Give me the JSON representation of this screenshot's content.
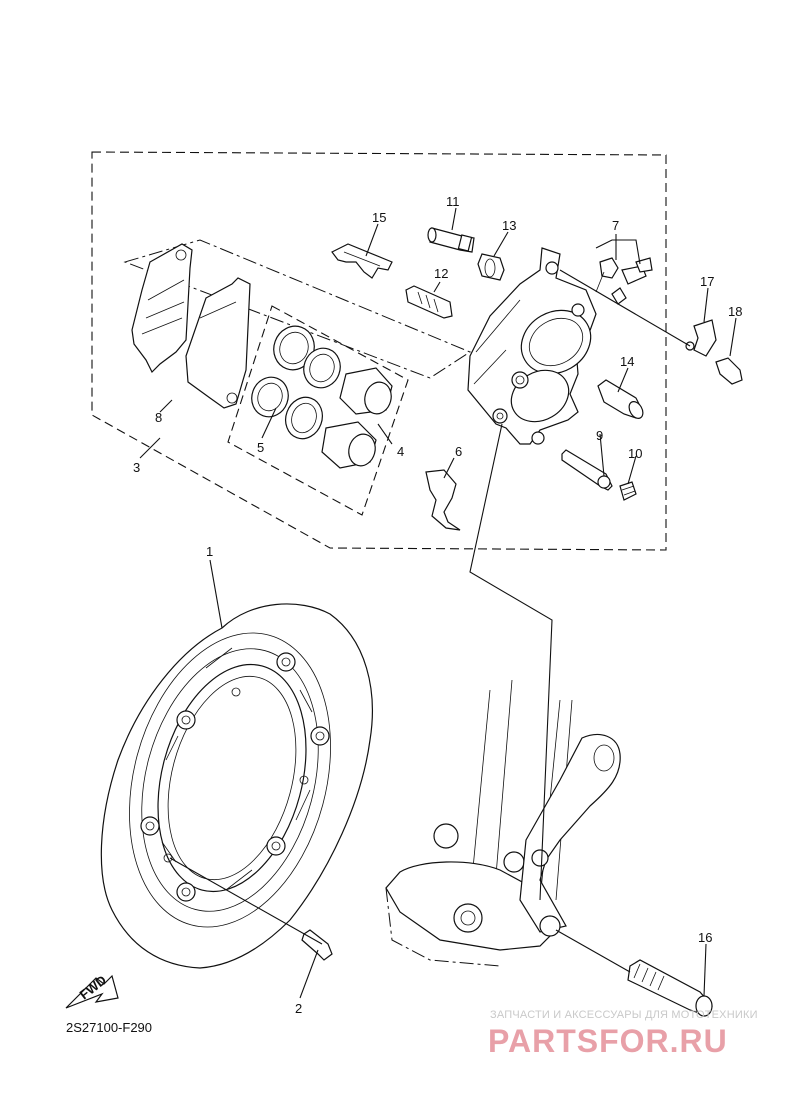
{
  "diagram": {
    "code": "2S27100-F290",
    "callouts": [
      "1",
      "2",
      "3",
      "4",
      "5",
      "6",
      "7",
      "8",
      "9",
      "10",
      "11",
      "12",
      "13",
      "14",
      "15",
      "16",
      "17",
      "18"
    ],
    "fwd_label": "FWD"
  },
  "watermark": {
    "caption": "ЗАПЧАСТИ И АКСЕССУАРЫ ДЛЯ МОТОТЕХНИКИ",
    "logo_text": "PARTSFOR.RU"
  },
  "colors": {
    "line": "#111111",
    "watermark_logo": "#e8a0a8",
    "watermark_caption": "#c9c9c9"
  }
}
